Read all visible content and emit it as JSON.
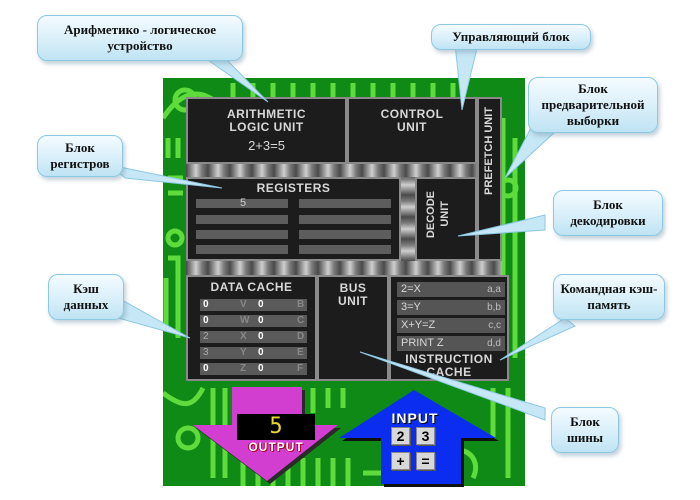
{
  "callouts": {
    "alu": "Арифметико - логическое устройство",
    "control": "Управляющий блок",
    "prefetch": "Блок предварительной выборки",
    "registers": "Блок регистров",
    "decode": "Блок декодировки",
    "data_cache": "Кэш данных",
    "instruction_cache": "Командная кэш-память",
    "bus": "Блок шины"
  },
  "chips": {
    "alu": {
      "title_line1": "ARITHMETIC",
      "title_line2": "LOGIC UNIT",
      "expression": "2+3=5"
    },
    "control": {
      "title_line1": "CONTROL",
      "title_line2": "UNIT"
    },
    "prefetch": {
      "title": "PREFETCH UNIT"
    },
    "registers": {
      "title": "REGISTERS",
      "values": [
        "5",
        "",
        "",
        "",
        "",
        "",
        "",
        ""
      ]
    },
    "decode": {
      "title_line1": "DECODE",
      "title_line2": "UNIT"
    },
    "data_cache": {
      "title": "DATA CACHE",
      "rows": [
        {
          "v1": "0",
          "k1": "V",
          "v2": "0",
          "k2": "B"
        },
        {
          "v1": "0",
          "k1": "W",
          "v2": "0",
          "k2": "C"
        },
        {
          "v1": "2",
          "k1": "X",
          "v2": "0",
          "k2": "D"
        },
        {
          "v1": "3",
          "k1": "Y",
          "v2": "0",
          "k2": "E"
        },
        {
          "v1": "0",
          "k1": "Z",
          "v2": "0",
          "k2": "F"
        }
      ]
    },
    "bus": {
      "title_line1": "BUS",
      "title_line2": "UNIT"
    },
    "instruction_cache": {
      "title_line1": "INSTRUCTION",
      "title_line2": "CACHE",
      "rows": [
        {
          "code": "2=X",
          "addr": "a,a"
        },
        {
          "code": "3=Y",
          "addr": "b,b"
        },
        {
          "code": "X+Y=Z",
          "addr": "c,c"
        },
        {
          "code": "PRINT Z",
          "addr": "d,d"
        }
      ]
    }
  },
  "output": {
    "label": "OUTPUT",
    "display": "5",
    "color": "#d23fd0"
  },
  "input": {
    "label": "INPUT",
    "keys": [
      "2",
      "3",
      "+",
      "="
    ],
    "color": "#0a2df0"
  }
}
